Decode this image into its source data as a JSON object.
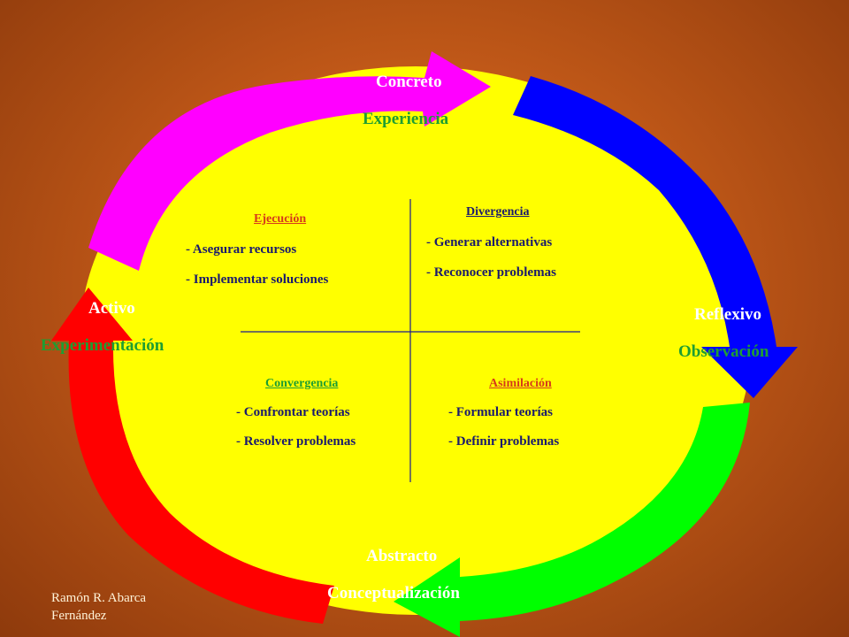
{
  "colors": {
    "ellipse": "#ffff00",
    "concreto_arrow": "#ff00ff",
    "reflexivo_arrow": "#0000ff",
    "abstracto_arrow": "#00ff00",
    "activo_arrow": "#ff0000",
    "label_green": "#1e9e32",
    "quadrant_title_red": "#d63a1a",
    "text_navy": "#1a1a6e"
  },
  "poles": {
    "top": {
      "main": "Concreto",
      "sub": "Experiencia"
    },
    "right": {
      "main": "Reflexivo",
      "sub": "Observación"
    },
    "bottom": {
      "main": "Abstracto",
      "sub": "Conceptualización"
    },
    "left": {
      "main": "Activo",
      "sub": "Experimentación"
    }
  },
  "quadrants": {
    "top_left": {
      "title": "Ejecución",
      "items": [
        "-  Asegurar recursos",
        "- Implementar soluciones"
      ]
    },
    "top_right": {
      "title": "Divergencia",
      "items": [
        "- Generar alternativas",
        "- Reconocer problemas"
      ]
    },
    "bottom_left": {
      "title": "Convergencia",
      "items": [
        "-  Confrontar teorías",
        "-  Resolver problemas"
      ]
    },
    "bottom_right": {
      "title": "Asimilación",
      "items": [
        "- Formular teorías",
        "- Definir problemas"
      ]
    }
  },
  "footer": {
    "line1": "Ramón R. Abarca",
    "line2": "Fernández"
  }
}
